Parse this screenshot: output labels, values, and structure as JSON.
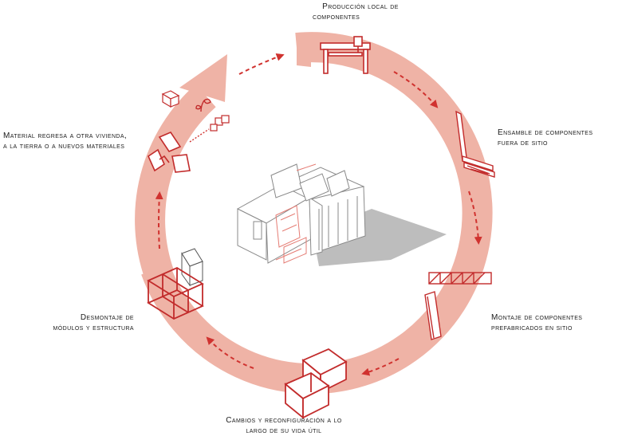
{
  "colors": {
    "ring": "#efb3a6",
    "accent": "#d0322f",
    "line": "#c22b2b",
    "house_line": "#8a8a8a",
    "shadow": "#bdbdbd",
    "text": "#1a1a1a"
  },
  "stages": [
    {
      "id": "produccion",
      "lines": [
        "Producción local de",
        "componentes"
      ],
      "icon": "fabrication-machine-icon"
    },
    {
      "id": "ensamble",
      "lines": [
        "Ensamble de componentes",
        "fuera de sitio"
      ],
      "icon": "panel-stack-icon"
    },
    {
      "id": "montaje",
      "lines": [
        "Montaje de componentes",
        "prefabricados en sitio"
      ],
      "icon": "truss-panel-icon"
    },
    {
      "id": "cambios",
      "lines": [
        "Cambios y reconfiguración a lo",
        "largo de su vida útil"
      ],
      "icon": "reconfigured-boxes-icon"
    },
    {
      "id": "desmontaje",
      "lines": [
        "Desmontaje de",
        "módulos y estructura"
      ],
      "icon": "module-frame-icon"
    },
    {
      "id": "material",
      "lines": [
        "Material regresa a otra vivienda,",
        "a la tierra o a nuevos materiales"
      ],
      "icon": "recycle-icon"
    }
  ]
}
